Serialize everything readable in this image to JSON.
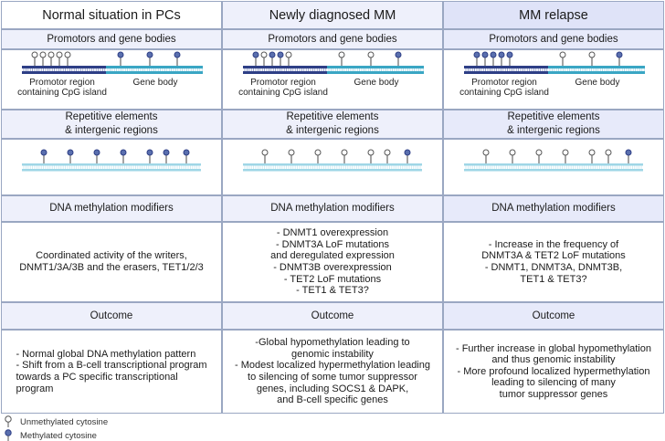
{
  "columns": [
    {
      "header": "Normal situation in PCs",
      "promoters_title": "Promotors and gene bodies",
      "promoter_label": "Promotor region\ncontaining CpG island",
      "gene_body_label": "Gene body",
      "repetitive_title": "Repetitive elements\n& intergenic regions",
      "modifiers_title": "DNA methylation modifiers",
      "modifiers_text": "Coordinated activity of the writers,\nDNMT1/3A/3B and the erasers, TET1/2/3",
      "outcome_title": "Outcome",
      "outcome_text": "- Normal global DNA methylation pattern\n- Shift from a B-cell transcriptional program\ntowards a PC specific transcriptional\nprogram"
    },
    {
      "header": "Newly diagnosed MM",
      "promoters_title": "Promotors and gene bodies",
      "promoter_label": "Promotor region\ncontaining CpG island",
      "gene_body_label": "Gene body",
      "repetitive_title": "Repetitive elements\n& intergenic regions",
      "modifiers_title": "DNA methylation modifiers",
      "modifiers_text": "- DNMT1 overexpression\n- DNMT3A LoF mutations\nand deregulated expression\n- DNMT3B overexpression\n- TET2 LoF mutations\n- TET1 & TET3?",
      "outcome_title": "Outcome",
      "outcome_text": "-Global hypomethylation leading to\ngenomic instability\n- Modest localized hypermethylation leading\nto silencing of some tumor suppressor\ngenes, including SOCS1 & DAPK,\nand B-cell specific genes"
    },
    {
      "header": "MM relapse",
      "promoters_title": "Promotors and gene bodies",
      "promoter_label": "Promotor region\ncontaining CpG island",
      "gene_body_label": "Gene body",
      "repetitive_title": "Repetitive elements\n& intergenic regions",
      "modifiers_title": "DNA methylation modifiers",
      "modifiers_text": "- Increase in the frequency of\nDNMT3A & TET2 LoF mutations\n- DNMT1, DNMT3A, DNMT3B,\nTET1 & TET3?",
      "outcome_title": "Outcome",
      "outcome_text": "- Further increase in global hypomethylation\nand thus genomic instability\n- More profound localized hypermethylation\nleading to silencing of many\ntumor suppressor genes"
    }
  ],
  "legend": {
    "unmethylated": "Unmethylated cytosine",
    "methylated": "Methylated cytosine"
  },
  "colors": {
    "promoter_strand": "#2e3f86",
    "gene_body_strand": "#3aa6c4",
    "repetitive_strand": "#9fd6e6",
    "methylated_fill": "#5a6fae",
    "border": "#9aa7c2"
  },
  "methylation_pattern": {
    "promoter_methylated": [
      [
        false,
        false,
        false,
        false,
        false
      ],
      [
        true,
        false,
        true,
        true,
        false
      ],
      [
        true,
        true,
        true,
        true,
        true
      ]
    ],
    "gene_body_methylated": [
      [
        true,
        true,
        true
      ],
      [
        false,
        false,
        true
      ],
      [
        false,
        false,
        true
      ]
    ],
    "repetitive_methylated": [
      [
        true,
        true,
        true,
        true,
        true,
        true,
        true
      ],
      [
        false,
        false,
        false,
        false,
        false,
        false,
        true
      ],
      [
        false,
        false,
        false,
        false,
        false,
        false,
        true
      ]
    ]
  }
}
